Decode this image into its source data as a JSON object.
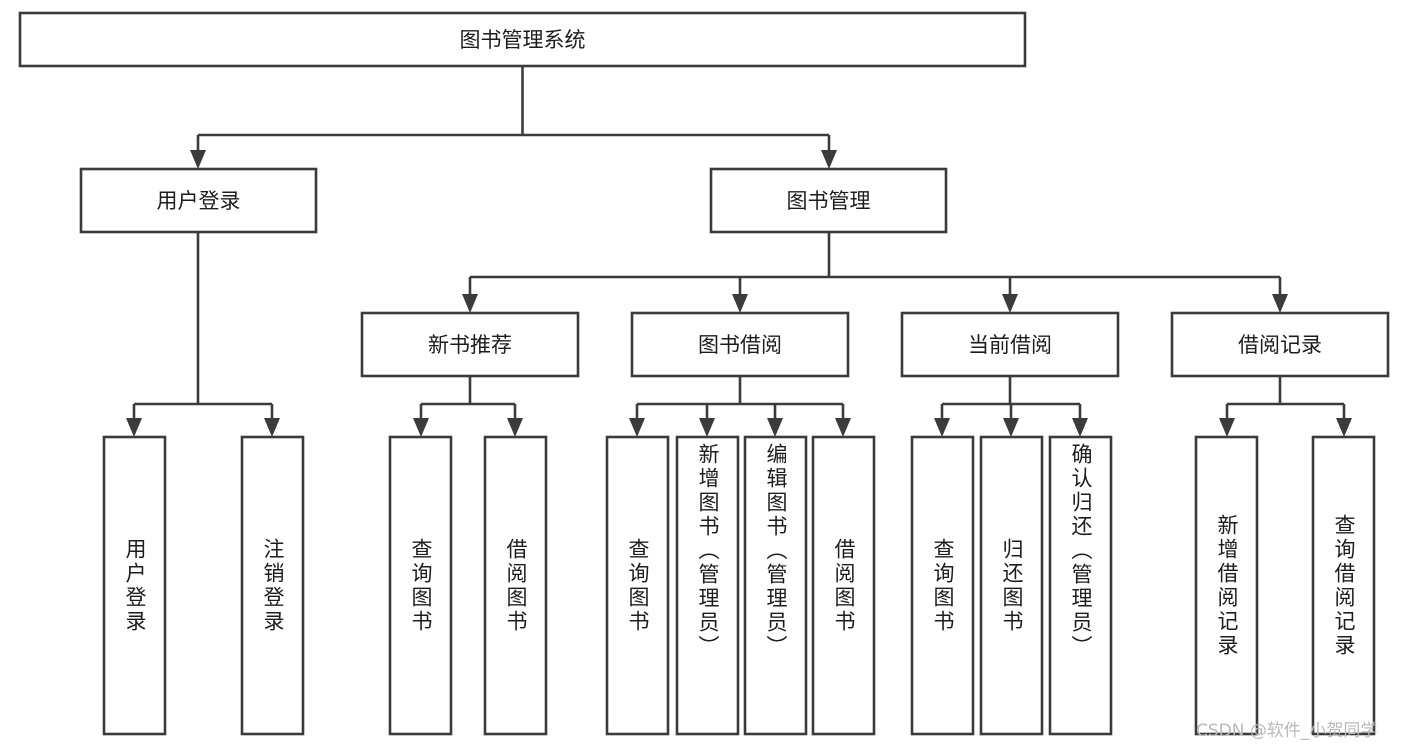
{
  "diagram": {
    "type": "tree",
    "title": "图书管理系统",
    "orientation": "top-down",
    "colors": {
      "box_stroke": "#3b3b3b",
      "box_fill": "#ffffff",
      "text": "#1d1d1d",
      "background": "#ffffff",
      "watermark": "#b9b9b9"
    },
    "root": {
      "label": "图书管理系统"
    },
    "level2": [
      {
        "label": "用户登录"
      },
      {
        "label": "图书管理"
      }
    ],
    "level3": [
      {
        "label": "新书推荐"
      },
      {
        "label": "图书借阅"
      },
      {
        "label": "当前借阅"
      },
      {
        "label": "借阅记录"
      }
    ],
    "leaves": {
      "user_login": [
        {
          "label": "用户登录"
        },
        {
          "label": "注销登录"
        }
      ],
      "new_book_recommend": [
        {
          "label": "查询图书"
        },
        {
          "label": "借阅图书"
        }
      ],
      "book_borrow": [
        {
          "label": "查询图书"
        },
        {
          "label": "新增图书（管理员）"
        },
        {
          "label": "编辑图书（管理员）"
        },
        {
          "label": "借阅图书"
        }
      ],
      "current_borrow": [
        {
          "label": "查询图书"
        },
        {
          "label": "归还图书"
        },
        {
          "label": "确认归还（管理员）"
        }
      ],
      "borrow_record": [
        {
          "label": "新增借阅记录"
        },
        {
          "label": "查询借阅记录"
        }
      ]
    }
  },
  "watermark": {
    "text": "CSDN @软件_小贺同学"
  }
}
